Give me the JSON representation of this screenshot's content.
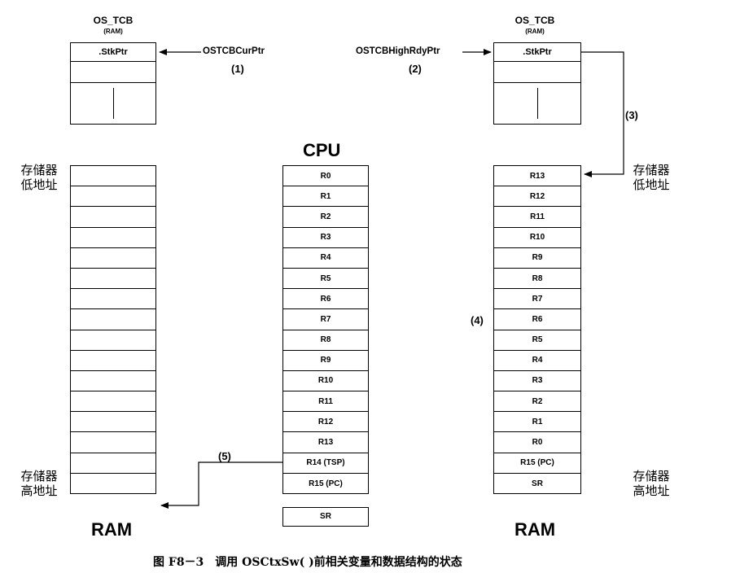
{
  "left_tcb": {
    "title": "OS_TCB",
    "subtitle": "(RAM)",
    "field": ".StkPtr"
  },
  "right_tcb": {
    "title": "OS_TCB",
    "subtitle": "(RAM)",
    "field": ".StkPtr"
  },
  "pointers": {
    "cur": "OSTCBCurPtr",
    "cur_step": "(1)",
    "high": "OSTCBHighRdyPtr",
    "high_step": "(2)"
  },
  "steps": {
    "s3": "(3)",
    "s4": "(4)",
    "s5": "(5)"
  },
  "cpu": {
    "title": "CPU",
    "registers": [
      "R0",
      "R1",
      "R2",
      "R3",
      "R4",
      "R5",
      "R6",
      "R7",
      "R8",
      "R9",
      "R10",
      "R11",
      "R12",
      "R13",
      "R14 (TSP)",
      "R15 (PC)"
    ],
    "sr": "SR"
  },
  "left_ram": {
    "label": "RAM",
    "low_line1": "存储器",
    "low_line2": "低地址",
    "high_line1": "存储器",
    "high_line2": "高地址"
  },
  "right_ram": {
    "label": "RAM",
    "low_line1": "存储器",
    "low_line2": "低地址",
    "high_line1": "存储器",
    "high_line2": "高地址",
    "cells": [
      "R13",
      "R12",
      "R11",
      "R10",
      "R9",
      "R8",
      "R7",
      "R6",
      "R5",
      "R4",
      "R3",
      "R2",
      "R1",
      "R0",
      "R15 (PC)",
      "SR"
    ]
  },
  "caption": "图 F8－3　调用 OSCtxSw( )前相关变量和数据结构的状态"
}
